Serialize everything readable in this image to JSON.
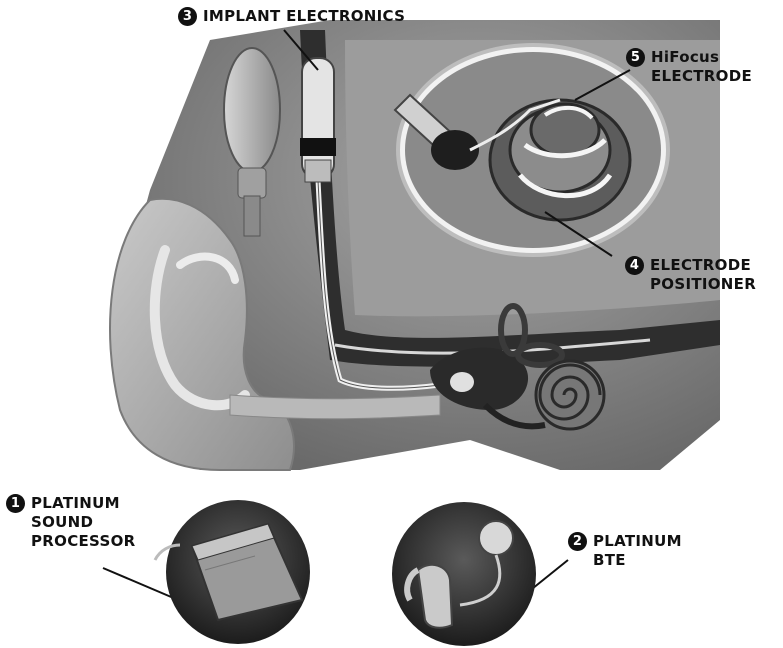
{
  "labels": {
    "implant_electronics": {
      "number": "3",
      "text": "IMPLANT ELECTRONICS"
    },
    "hifocus_electrode": {
      "number": "5",
      "line1": "HiFocus",
      "line2": "ELECTRODE"
    },
    "electrode_positioner": {
      "number": "4",
      "line1": "ELECTRODE",
      "line2": "POSITIONER"
    },
    "platinum_sound_processor": {
      "number": "1",
      "line1": "PLATINUM",
      "line2": "SOUND",
      "line3": "PROCESSOR"
    },
    "platinum_bte": {
      "number": "2",
      "line1": "PLATINUM",
      "line2": "BTE"
    }
  }
}
